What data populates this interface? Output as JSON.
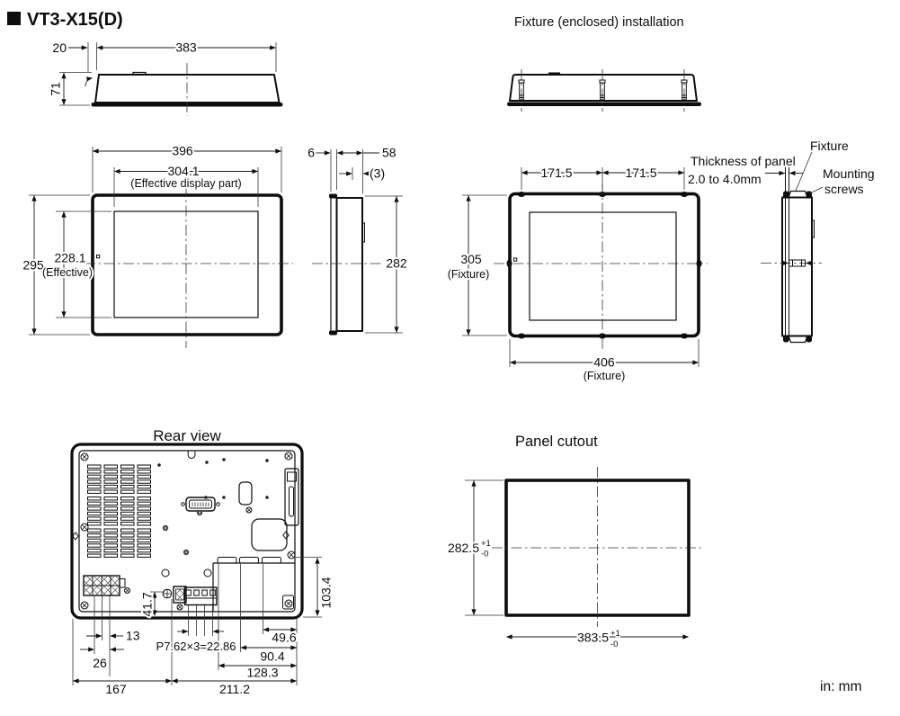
{
  "page": {
    "product_title": "VT3-X15(D)",
    "unit_note": "in: mm"
  },
  "sections": {
    "fixture_installation_title": "Fixture (enclosed) installation",
    "rear_view_title": "Rear view",
    "panel_cutout_title": "Panel cutout"
  },
  "top_view": {
    "offset_width": "20",
    "body_width": "383",
    "body_height": "71"
  },
  "front_view": {
    "overall_width": "396",
    "display_width": "304.1",
    "display_width_note": "(Effective display part)",
    "overall_height": "295",
    "display_height": "228.1",
    "display_height_note": "(Effective)"
  },
  "side_view": {
    "bezel_depth": "6",
    "body_depth": "58",
    "rear_gap": "(3)",
    "body_height": "282"
  },
  "fixture_front_view": {
    "screw_pitch_left": "171.5",
    "screw_pitch_right": "171.5",
    "fixture_height": "305",
    "fixture_height_note": "(Fixture)",
    "fixture_width": "406",
    "fixture_width_note": "(Fixture)"
  },
  "fixture_side_view": {
    "panel_thickness_line1": "Thickness of panel",
    "panel_thickness_line2": "2.0 to 4.0mm",
    "fixture_label": "Fixture",
    "mounting_screws_line1": "Mounting",
    "mounting_screws_line2": "screws"
  },
  "rear_view": {
    "ground_height": "41.7",
    "connector_height": "103.4",
    "terminal_pitch": "13",
    "terminal_width": "26",
    "left_span": "167",
    "terminal_pitch_formula": "P7.62×3=22.86",
    "port_dim_1": "49.6",
    "port_dim_2": "90.4",
    "port_dim_3": "128.3",
    "right_span": "211.2"
  },
  "panel_cutout": {
    "cutout_height": "282.5",
    "cutout_width": "383.5",
    "tolerance_plus": "+1",
    "tolerance_minus": "-0"
  }
}
